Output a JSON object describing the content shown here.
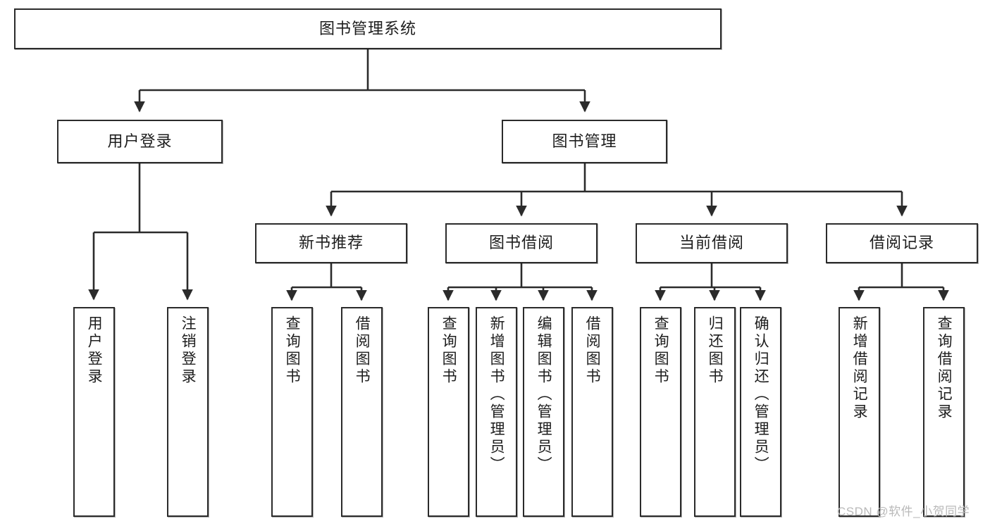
{
  "diagram": {
    "title": "图书管理系统",
    "type": "hierarchy-tree",
    "root": {
      "label": "图书管理系统"
    },
    "level2": [
      {
        "label": "用户登录"
      },
      {
        "label": "图书管理"
      }
    ],
    "level3": [
      {
        "label": "新书推荐"
      },
      {
        "label": "图书借阅"
      },
      {
        "label": "当前借阅"
      },
      {
        "label": "借阅记录"
      }
    ],
    "leaves": {
      "user_login": [
        {
          "label": "用户登录"
        },
        {
          "label": "注销登录"
        }
      ],
      "new_book_recommend": [
        {
          "label": "查询图书"
        },
        {
          "label": "借阅图书"
        }
      ],
      "book_borrow": [
        {
          "label": "查询图书"
        },
        {
          "label": "新增图书（管理员）"
        },
        {
          "label": "编辑图书（管理员）"
        },
        {
          "label": "借阅图书"
        }
      ],
      "current_borrow": [
        {
          "label": "查询图书"
        },
        {
          "label": "归还图书"
        },
        {
          "label": "确认归还（管理员）"
        }
      ],
      "borrow_record": [
        {
          "label": "新增借阅记录"
        },
        {
          "label": "查询借阅记录"
        }
      ]
    }
  },
  "watermark": {
    "text": "CSDN @软件_小贺同学"
  },
  "colors": {
    "stroke": "#2b2b2b",
    "fill": "#ffffff",
    "text": "#1d1d1d",
    "watermark": "#b9b9b9"
  }
}
